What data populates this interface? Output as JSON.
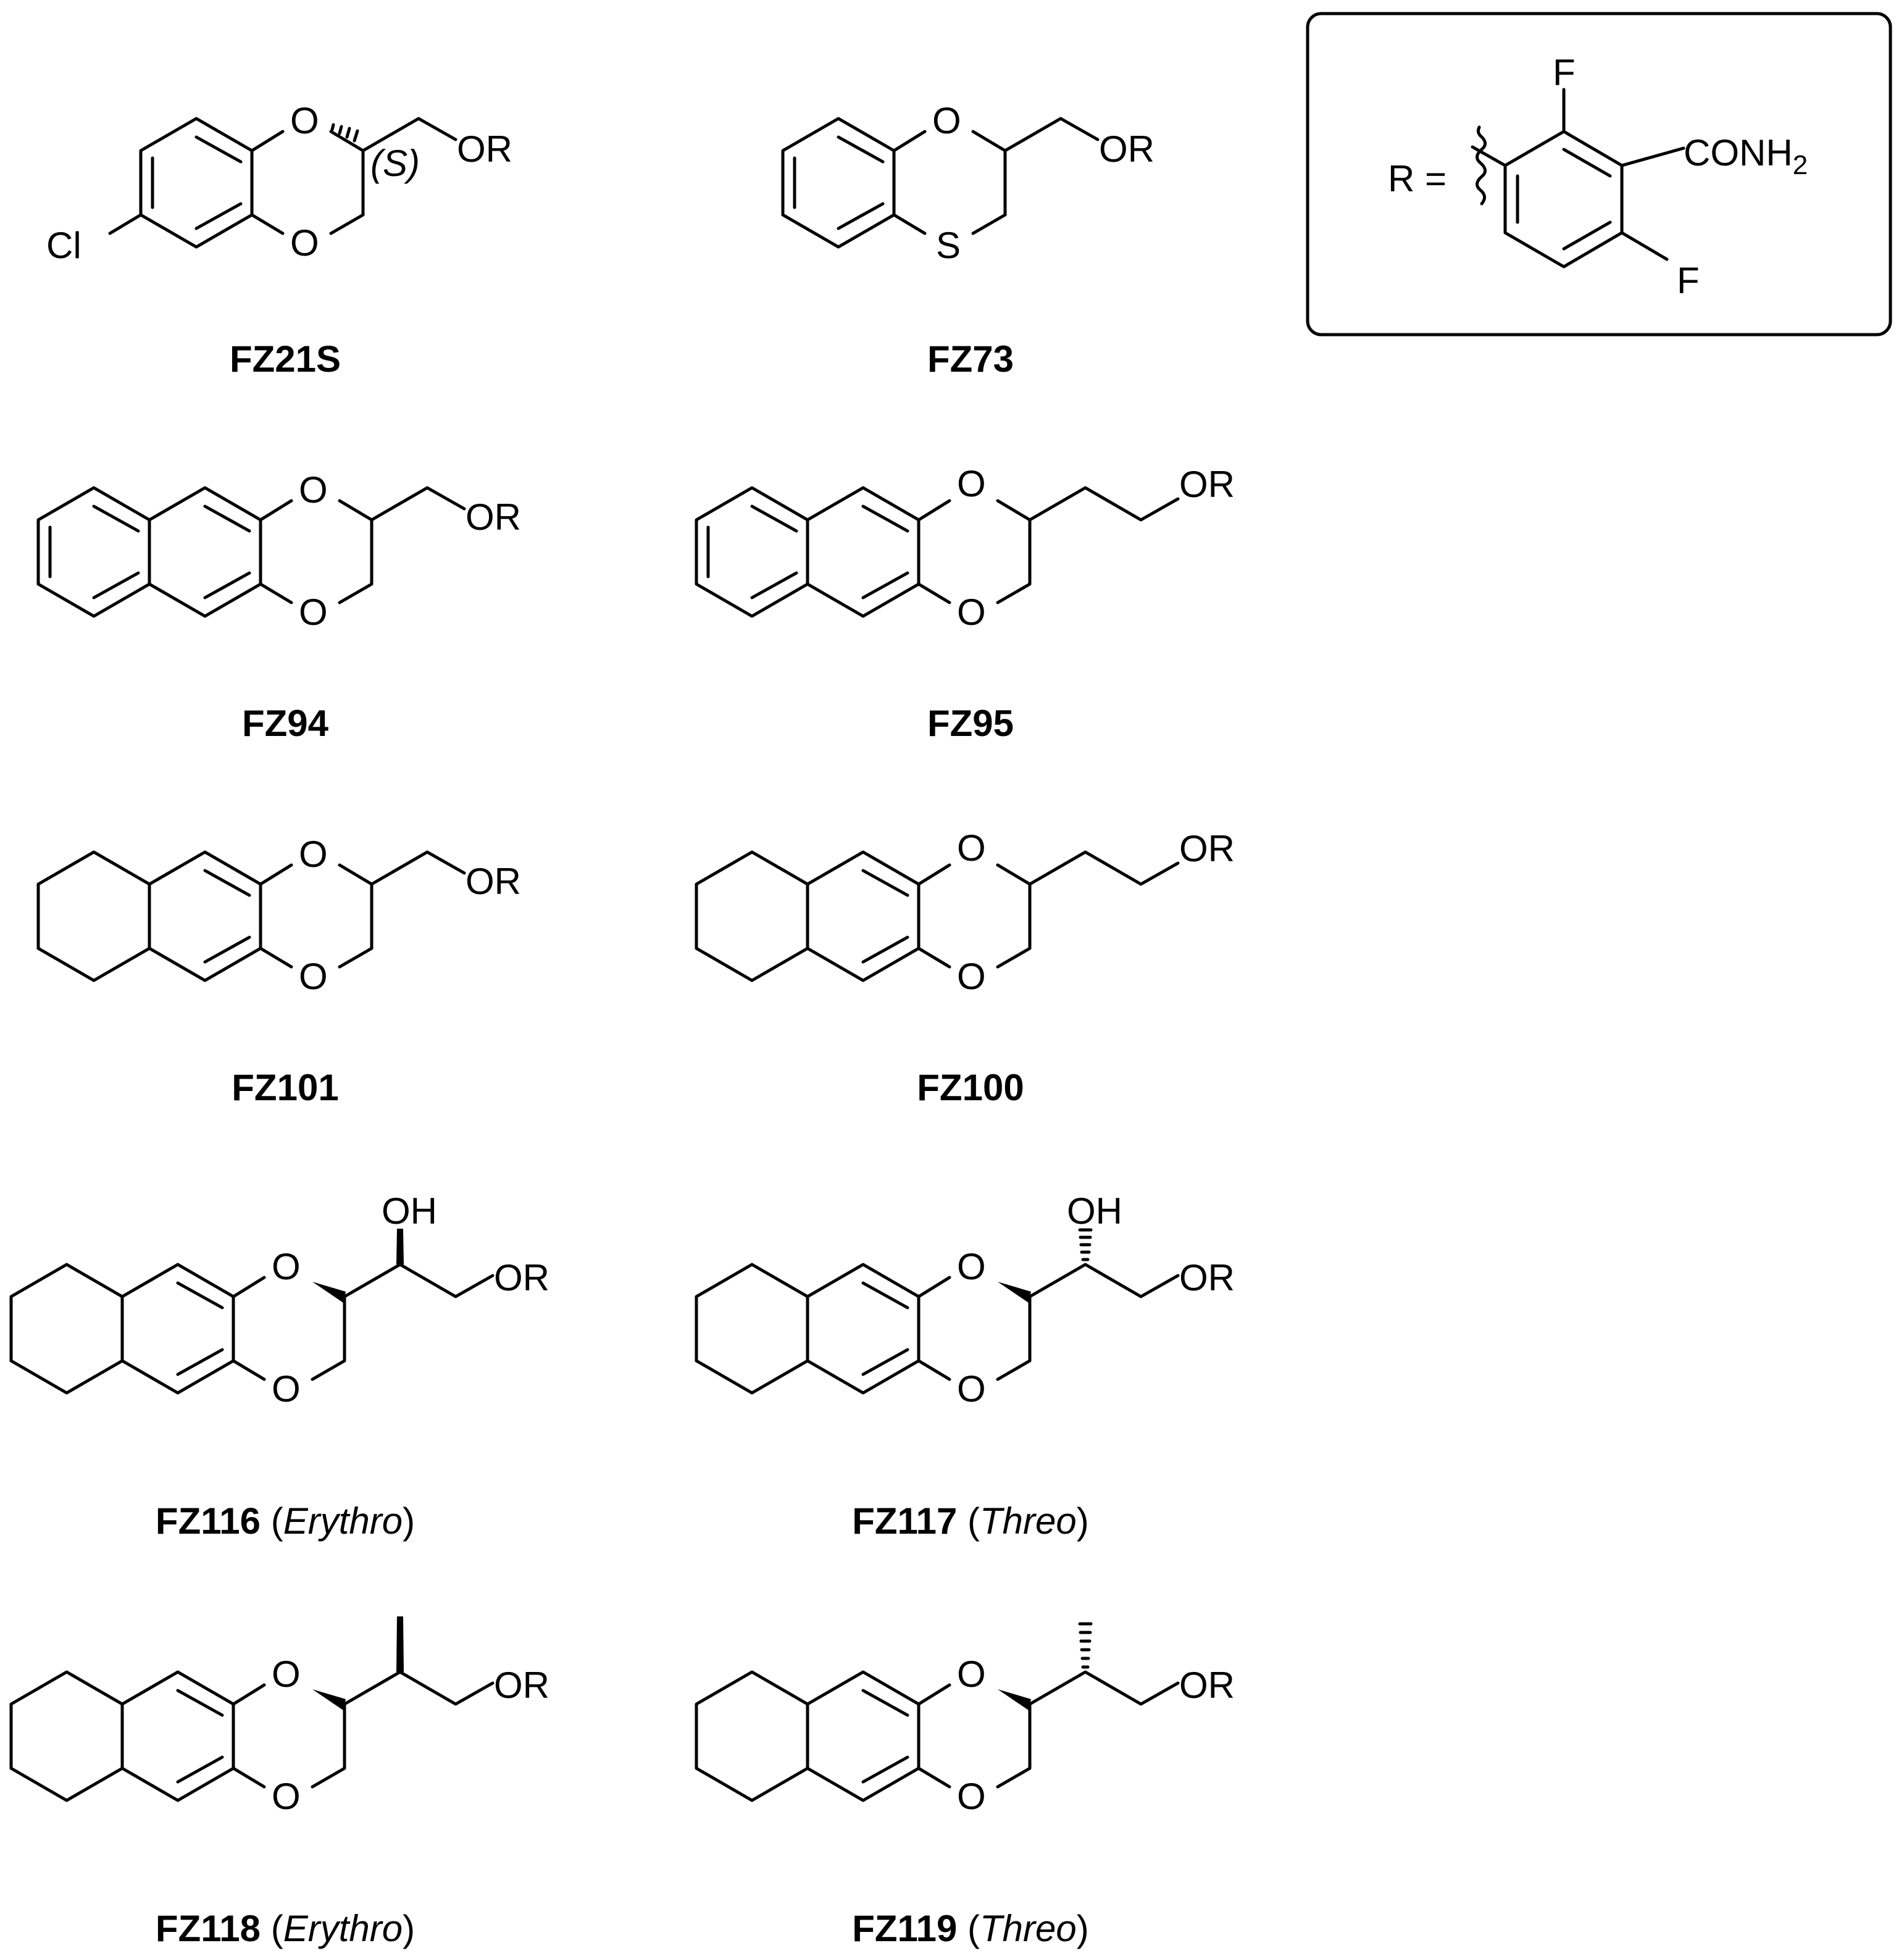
{
  "atoms": {
    "O": "O",
    "S": "S",
    "Cl": "Cl",
    "F": "F",
    "OR": "OR",
    "OH": "OH",
    "stereo_S": "(S)"
  },
  "r_group": {
    "prefix": "R =",
    "amide_text": "CONH",
    "amide_subscript": "2"
  },
  "compounds": [
    {
      "id": "FZ21S",
      "config": ""
    },
    {
      "id": "FZ73",
      "config": ""
    },
    {
      "id": "FZ94",
      "config": ""
    },
    {
      "id": "FZ95",
      "config": ""
    },
    {
      "id": "FZ101",
      "config": ""
    },
    {
      "id": "FZ100",
      "config": ""
    },
    {
      "id": "FZ116",
      "config": "Erythro"
    },
    {
      "id": "FZ117",
      "config": "Threo"
    },
    {
      "id": "FZ118",
      "config": "Erythro"
    },
    {
      "id": "FZ119",
      "config": "Threo"
    }
  ]
}
